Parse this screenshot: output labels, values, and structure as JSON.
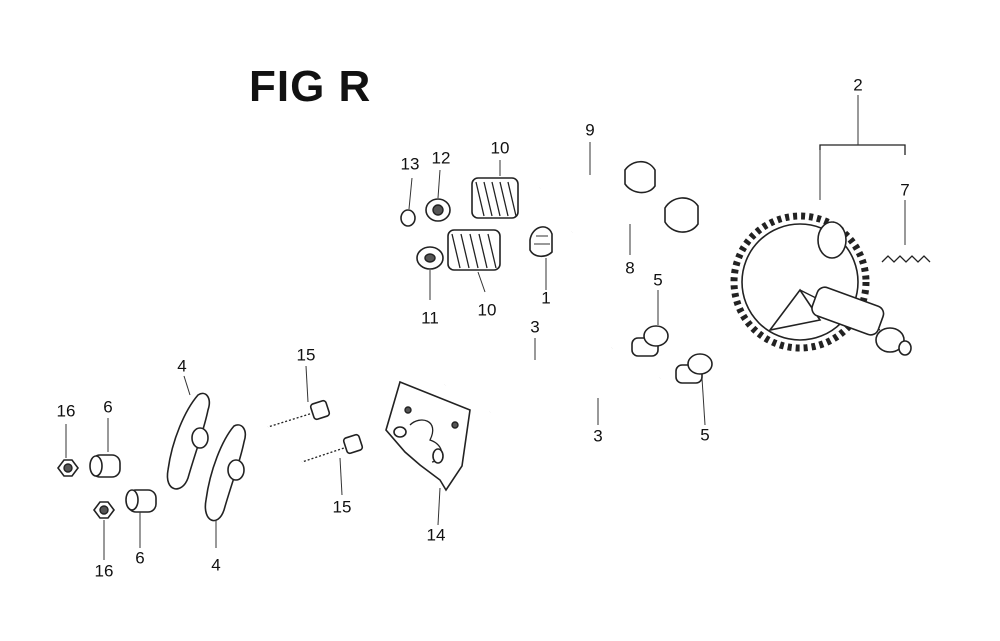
{
  "figure": {
    "title": "FIG R"
  },
  "callouts": {
    "c1": "1",
    "c2": "2",
    "c3a": "3",
    "c3b": "3",
    "c4a": "4",
    "c4b": "4",
    "c5a": "5",
    "c5b": "5",
    "c6a": "6",
    "c6b": "6",
    "c7": "7",
    "c8": "8",
    "c9": "9",
    "c10a": "10",
    "c10b": "10",
    "c11": "11",
    "c12": "12",
    "c13": "13",
    "c14": "14",
    "c15a": "15",
    "c15b": "15",
    "c16a": "16",
    "c16b": "16"
  }
}
